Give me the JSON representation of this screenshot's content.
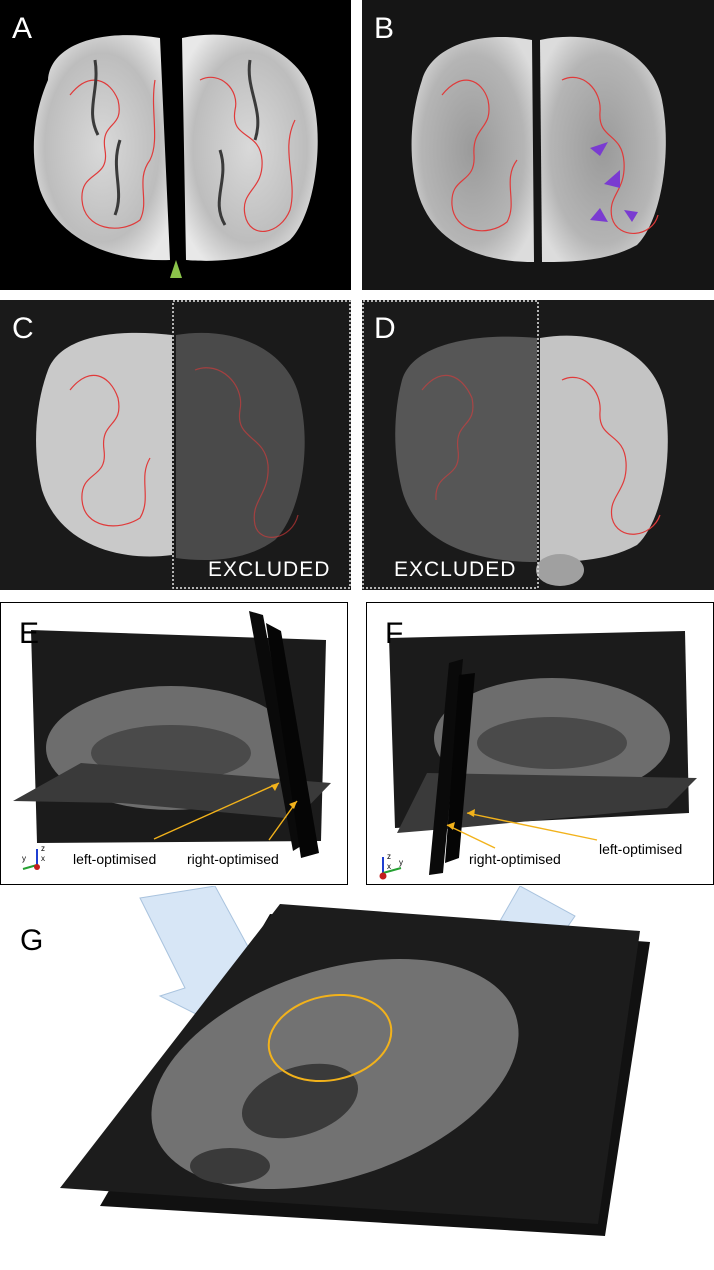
{
  "figure": {
    "panels": {
      "a": {
        "label": "A"
      },
      "b": {
        "label": "B"
      },
      "c": {
        "label": "C",
        "overlay_text": "EXCLUDED"
      },
      "d": {
        "label": "D",
        "overlay_text": "EXCLUDED"
      },
      "e": {
        "label": "E",
        "annotations": [
          "left-optimised",
          "right-optimised"
        ],
        "axes": {
          "z": "z",
          "y": "y",
          "x": "x"
        }
      },
      "f": {
        "label": "F",
        "annotations": [
          "right-optimised",
          "left-optimised"
        ],
        "axes": {
          "z": "z",
          "y": "y",
          "x": "x"
        }
      },
      "g": {
        "label": "G"
      }
    },
    "colors": {
      "contour": "#e03a3a",
      "arrowhead_green": "#8bc34a",
      "arrowhead_purple": "#7a3bd1",
      "annotation_arrow": "#f2b21b",
      "highlight_ellipse": "#f2b21b",
      "big_arrow_fill": "#d7e6f6"
    }
  }
}
